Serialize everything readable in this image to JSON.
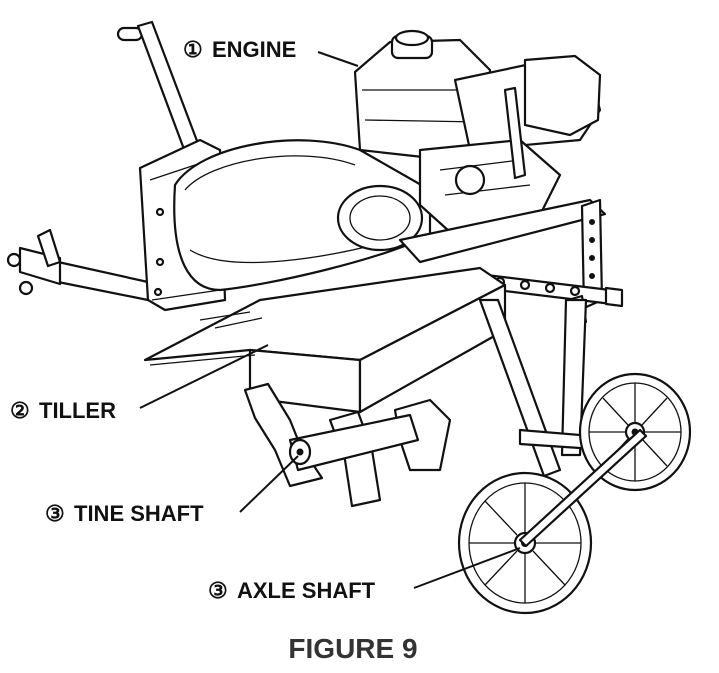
{
  "callouts": [
    {
      "number": "①",
      "label": "ENGINE"
    },
    {
      "number": "②",
      "label": "TILLER"
    },
    {
      "number": "③",
      "label": "TINE SHAFT"
    },
    {
      "number": "③",
      "label": "AXLE SHAFT"
    }
  ],
  "caption": "FIGURE 9"
}
